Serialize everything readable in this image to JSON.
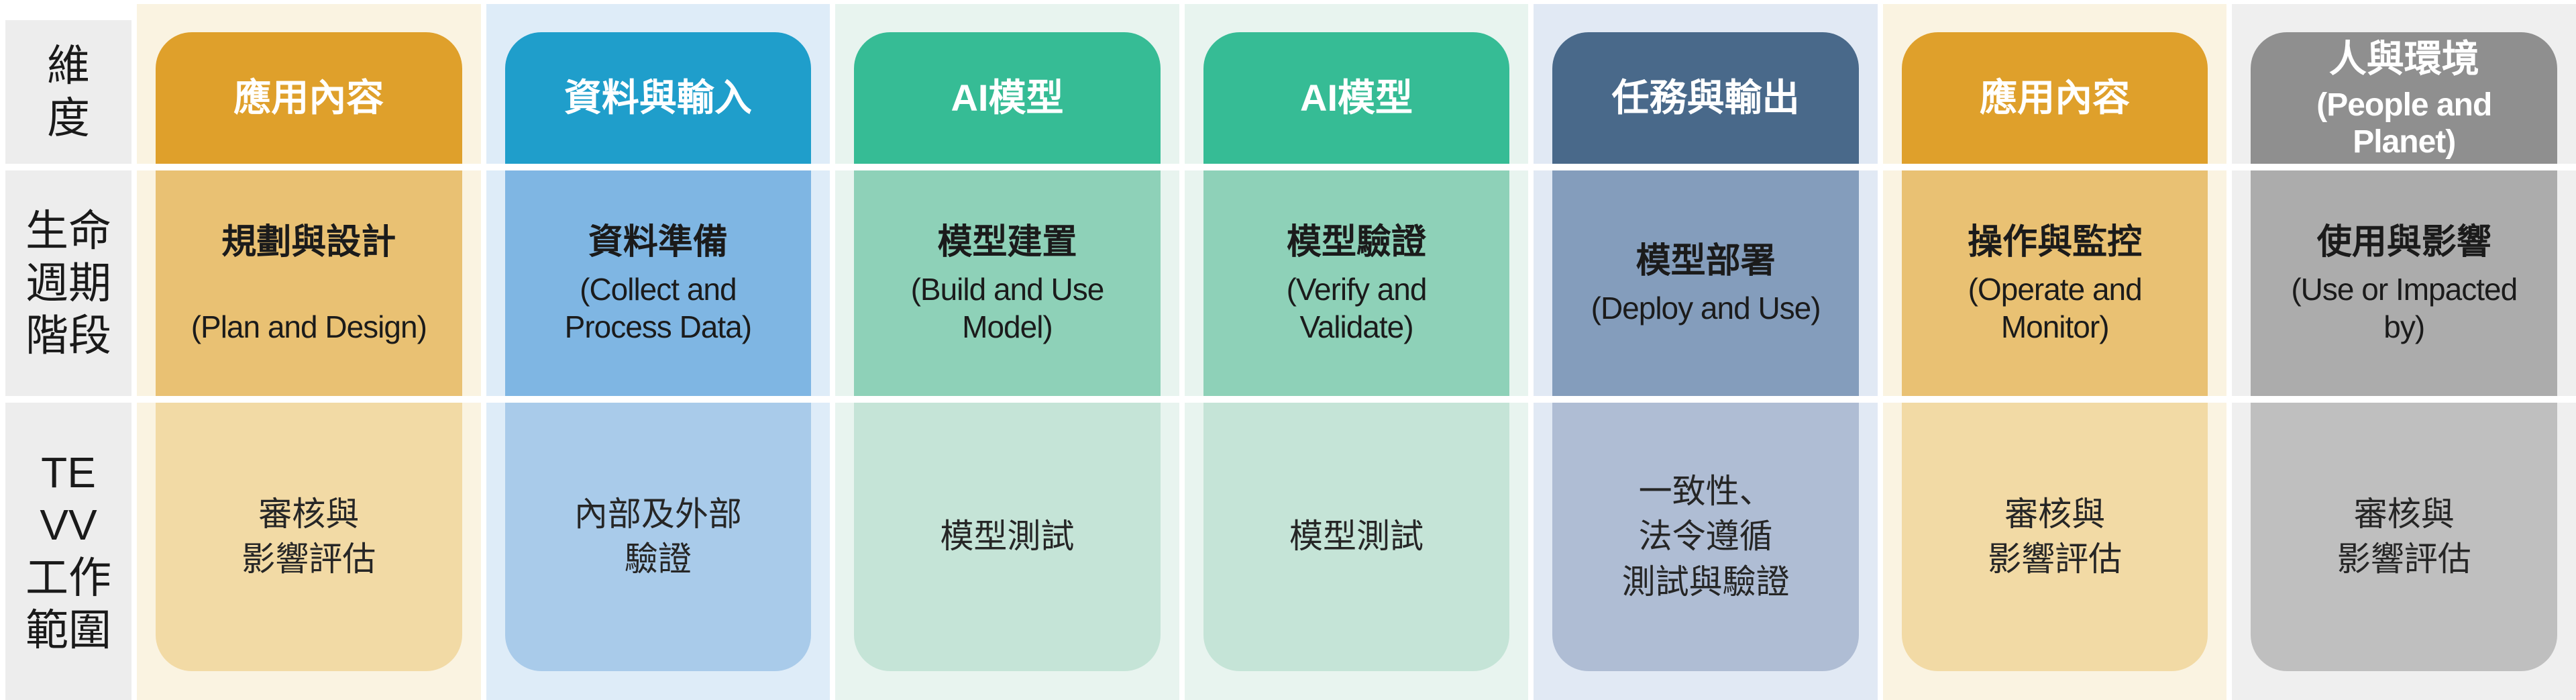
{
  "diagram": {
    "row_headers": [
      {
        "id": "dimension",
        "label": "維\n度"
      },
      {
        "id": "lifecycle-stage",
        "label": "生命\n週期\n階段"
      },
      {
        "id": "tevv-scope",
        "label": "TE\nVV\n工作\n範圍"
      }
    ],
    "palettes": {
      "amber": {
        "header": "#DFA02B",
        "mid": "#E9C173",
        "light": "#F2DAA5",
        "stripe": "#FAF3E1"
      },
      "blue": {
        "header": "#1F9ECB",
        "mid": "#7FB6E3",
        "light": "#A9CBEA",
        "stripe": "#DEECF8"
      },
      "teal": {
        "header": "#36BC95",
        "mid": "#8ED1B8",
        "light": "#C5E4D7",
        "stripe": "#E8F4EF"
      },
      "slate": {
        "header": "#49698A",
        "mid": "#849DBC",
        "light": "#AFBDD4",
        "stripe": "#E1E9F4"
      },
      "gray": {
        "header": "#8F8F8F",
        "mid": "#ACACAC",
        "light": "#BFBFBF",
        "stripe": "#EFEFEF"
      }
    },
    "columns": [
      {
        "palette": "amber",
        "dimension": {
          "zh": "應用內容"
        },
        "lifecycle": {
          "zh": "規劃與設計",
          "en": "\n(Plan and Design)"
        },
        "tevv": "審核與\n影響評估"
      },
      {
        "palette": "blue",
        "dimension": {
          "zh": "資料與輸入"
        },
        "lifecycle": {
          "zh": "資料準備",
          "en": "(Collect and\nProcess Data)"
        },
        "tevv": "內部及外部\n驗證"
      },
      {
        "palette": "teal",
        "dimension": {
          "zh": "AI模型"
        },
        "lifecycle": {
          "zh": "模型建置",
          "en": "(Build and Use\nModel)"
        },
        "tevv": "模型測試"
      },
      {
        "palette": "teal",
        "dimension": {
          "zh": "AI模型"
        },
        "lifecycle": {
          "zh": "模型驗證",
          "en": "(Verify and\nValidate)"
        },
        "tevv": "模型測試"
      },
      {
        "palette": "slate",
        "dimension": {
          "zh": "任務與輸出"
        },
        "lifecycle": {
          "zh": "模型部署",
          "en": "(Deploy and Use)"
        },
        "tevv": "一致性、\n法令遵循\n測試與驗證"
      },
      {
        "palette": "amber",
        "dimension": {
          "zh": "應用內容"
        },
        "lifecycle": {
          "zh": "操作與監控",
          "en": "(Operate and\nMonitor)"
        },
        "tevv": "審核與\n影響評估"
      },
      {
        "palette": "gray",
        "dimension": {
          "zh": "人與環境",
          "en": "(People and\nPlanet)"
        },
        "lifecycle": {
          "zh": "使用與影響",
          "en": "(Use or Impacted\nby)"
        },
        "tevv": "審核與\n影響評估"
      }
    ]
  }
}
